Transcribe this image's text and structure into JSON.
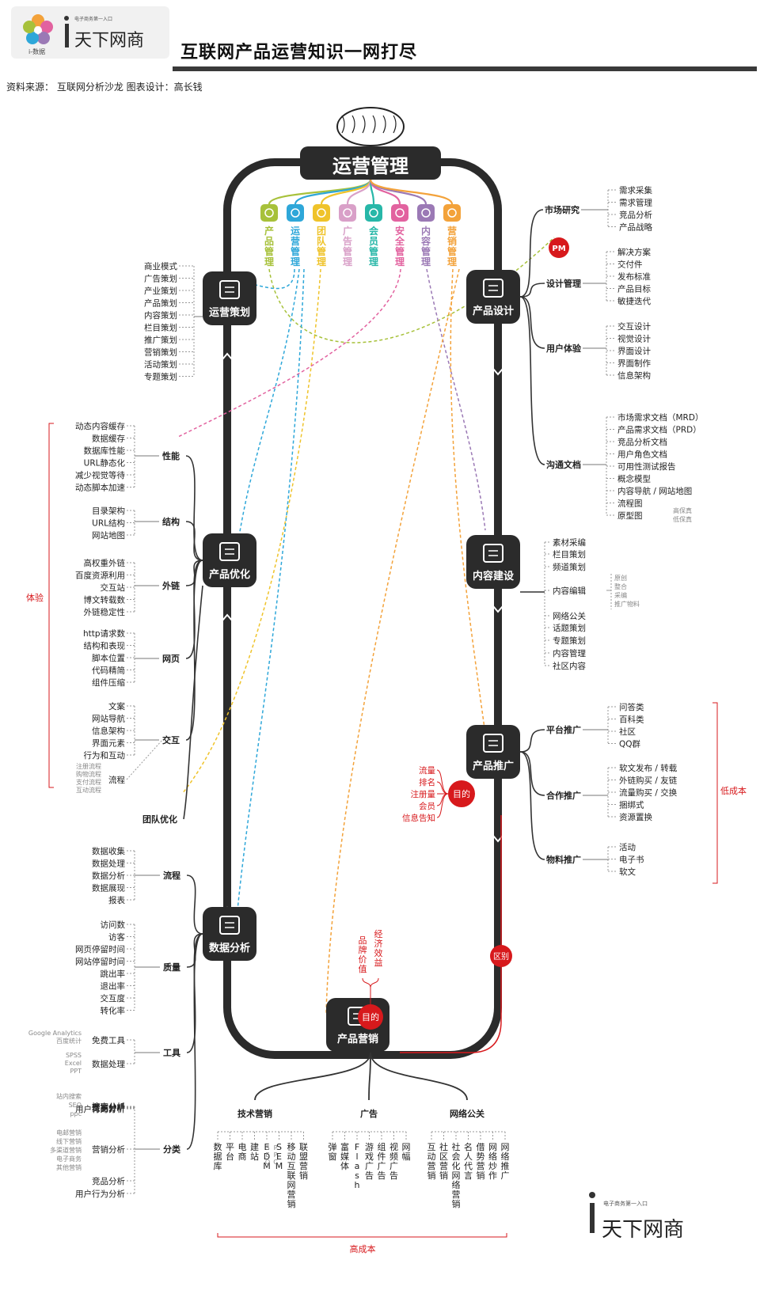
{
  "header": {
    "logo_text": "天下网商",
    "logo_sub": "i-数据",
    "logo_tag": "电子商务第一入口",
    "title": "互联网产品运营知识一网打尽",
    "source": "资料来源：  互联网分析沙龙            图表设计：高长钱"
  },
  "center": {
    "title": "运营管理",
    "categories": [
      {
        "label": "产品管理",
        "color": "#a7c13a"
      },
      {
        "label": "运营管理",
        "color": "#2ea7d9"
      },
      {
        "label": "团队管理",
        "color": "#efc32a"
      },
      {
        "label": "广告管理",
        "color": "#d9a0c8"
      },
      {
        "label": "会员管理",
        "color": "#27b7a8"
      },
      {
        "label": "安全管理",
        "color": "#e2629f"
      },
      {
        "label": "内容管理",
        "color": "#9b79b5"
      },
      {
        "label": "营销管理",
        "color": "#f3a23a"
      }
    ]
  },
  "nodes": [
    {
      "num": "1",
      "label": "产品设计",
      "icon": "pencil-icon"
    },
    {
      "num": "2",
      "label": "内容建设",
      "icon": "edit-icon"
    },
    {
      "num": "3",
      "label": "产品推广",
      "icon": "speaker-icon"
    },
    {
      "num": "4",
      "label": "产品营销",
      "icon": "cart-icon"
    },
    {
      "num": "5",
      "label": "数据分析",
      "icon": "bar-chart-icon"
    },
    {
      "num": "6",
      "label": "产品优化",
      "icon": "gift-icon"
    },
    {
      "num": "7",
      "label": "运营策划",
      "icon": "clipboard-icon"
    }
  ],
  "badges": {
    "pm": "PM",
    "goal": "目的",
    "diff": "区别"
  },
  "design": [
    {
      "name": "市场研究",
      "items": [
        "需求采集",
        "需求管理",
        "竞品分析",
        "产品战略"
      ]
    },
    {
      "name": "设计管理",
      "items": [
        "解决方案",
        "交付件",
        "发布标准",
        "产品目标",
        "敏捷迭代"
      ]
    },
    {
      "name": "用户体验",
      "items": [
        "交互设计",
        "视觉设计",
        "界面设计",
        "界面制作",
        "信息架构"
      ]
    },
    {
      "name": "沟通文档",
      "items": [
        "市场需求文档（MRD）",
        "产品需求文档（PRD）",
        "竞品分析文档",
        "用户角色文档",
        "可用性测试报告",
        "概念模型",
        "内容导航 / 网站地图",
        "流程图",
        "原型图"
      ],
      "sub": [
        "高保真",
        "低保真"
      ]
    }
  ],
  "content": {
    "items": [
      "素材采编",
      "栏目策划",
      "频道策划",
      "内容编辑",
      "网络公关",
      "话题策划",
      "专题策划",
      "内容管理",
      "社区内容"
    ],
    "edit_sub": [
      "原创",
      "整合",
      "采编",
      "推广物料"
    ]
  },
  "promo": {
    "groups": [
      {
        "name": "平台推广",
        "items": [
          "问答类",
          "百科类",
          "社区",
          "QQ群"
        ]
      },
      {
        "name": "合作推广",
        "items": [
          "软文发布 / 转载",
          "外链购买 / 友链",
          "流量购买 / 交换",
          "捆绑式",
          "资源置换"
        ]
      },
      {
        "name": "物料推广",
        "items": [
          "活动",
          "电子书",
          "软文"
        ]
      }
    ],
    "low_cost": "低成本",
    "goals": [
      "流量",
      "排名",
      "注册量",
      "会员",
      "信息告知"
    ]
  },
  "marketing": {
    "goals": [
      "品牌价值",
      "经济效益"
    ],
    "groups": [
      {
        "name": "技术营销",
        "items": [
          "数据库",
          "平台",
          "电商",
          "建站",
          "EDM",
          "SEM",
          "移动互联网营销",
          "联盟营销"
        ],
        "sem_sub": "SEO PPC"
      },
      {
        "name": "广告",
        "items": [
          "弹窗",
          "富媒体",
          "Flash",
          "游戏广告",
          "组件广告",
          "视频广告",
          "网幅"
        ]
      },
      {
        "name": "网络公关",
        "items": [
          "互动营销",
          "社区营销",
          "社会化网络营销",
          "名人代言",
          "借势营销",
          "网络炒作",
          "网络推广"
        ]
      }
    ],
    "high_cost": "高成本"
  },
  "analysis": {
    "groups": [
      {
        "name": "流程",
        "items": [
          "数据收集",
          "数据处理",
          "数据分析",
          "数据展现",
          "报表"
        ]
      },
      {
        "name": "质量",
        "items": [
          "访问数",
          "访客",
          "网页停留时间",
          "网站停留时间",
          "跳出率",
          "退出率",
          "交互度",
          "转化率"
        ]
      },
      {
        "name": "工具",
        "items": [
          "免费工具",
          "数据处理"
        ],
        "free_sub": [
          "Google Analytics",
          "百度统计"
        ],
        "proc_sub": [
          "SPSS",
          "Excel",
          "PPT"
        ]
      },
      {
        "name": "分类",
        "items": [
          "搜索分析",
          "营销分析",
          "竞品分析",
          "用户行为分析"
        ],
        "search_sub": [
          "站内搜索",
          "SEO",
          "ppc"
        ],
        "mkt_sub": [
          "电邮营销",
          "线下营销",
          "多渠道营销",
          "电子商务",
          "其他营销"
        ]
      }
    ]
  },
  "optimize": {
    "groups": [
      {
        "name": "性能",
        "items": [
          "动态内容缓存",
          "数据缓存",
          "数据库性能",
          "URL静态化",
          "减少视觉等待",
          "动态脚本加速"
        ]
      },
      {
        "name": "结构",
        "items": [
          "目录架构",
          "URL结构",
          "网站地图"
        ]
      },
      {
        "name": "外链",
        "items": [
          "高权重外链",
          "百度资源利用",
          "交互站",
          "博文转载数",
          "外链稳定性"
        ]
      },
      {
        "name": "网页",
        "items": [
          "http请求数",
          "结构和表现",
          "脚本位置",
          "代码精简",
          "组件压缩"
        ]
      },
      {
        "name": "交互",
        "items": [
          "文案",
          "网站导航",
          "信息架构",
          "界面元素",
          "行为和互动",
          "流程"
        ],
        "flow_sub": [
          "注册流程",
          "购物流程",
          "支付流程",
          "互动流程"
        ]
      }
    ],
    "team": "团队优化",
    "experience": "体验"
  },
  "planning": {
    "items": [
      "商业模式",
      "广告策划",
      "产业策划",
      "产品策划",
      "内容策划",
      "栏目策划",
      "推广策划",
      "营销策划",
      "活动策划",
      "专题策划"
    ]
  },
  "footer_logo": "天下网商",
  "colors": {
    "dark": "#333333",
    "red": "#d7191c",
    "line": "#555555"
  }
}
